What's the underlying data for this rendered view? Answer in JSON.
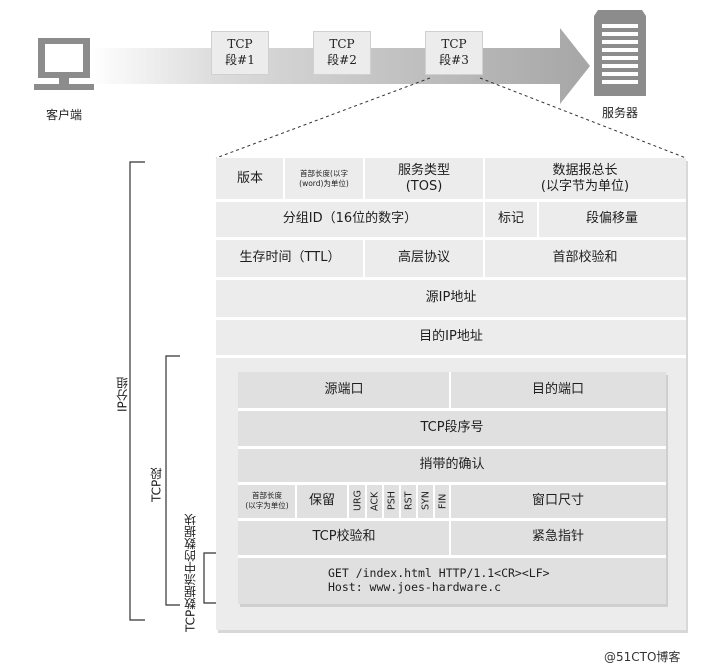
{
  "top": {
    "client_label": "客户端",
    "server_label": "服务器",
    "segments": [
      {
        "line1": "TCP",
        "line2": "段#1"
      },
      {
        "line1": "TCP",
        "line2": "段#2"
      },
      {
        "line1": "TCP",
        "line2": "段#3"
      }
    ]
  },
  "ip_header": {
    "version": "版本",
    "ihl_line1": "首部长度(以字",
    "ihl_line2": "(word)为单位)",
    "tos_line1": "服务类型",
    "tos_line2": "(TOS)",
    "total_len_line1": "数据报总长",
    "total_len_line2": "(以字节为单位)",
    "packet_id": "分组ID（16位的数字）",
    "flags": "标记",
    "frag_offset": "段偏移量",
    "ttl": "生存时间（TTL）",
    "protocol": "高层协议",
    "header_checksum": "首部校验和",
    "source_ip": "源IP地址",
    "dest_ip": "目的IP地址"
  },
  "tcp_header": {
    "src_port": "源端口",
    "dst_port": "目的端口",
    "seq": "TCP段序号",
    "ack": "捎带的确认",
    "hlen_line1": "首部长度",
    "hlen_line2": "(以字为单位)",
    "reserved": "保留",
    "flags": [
      "URG",
      "ACK",
      "PSH",
      "RST",
      "SYN",
      "FIN"
    ],
    "window": "窗口尺寸",
    "checksum": "TCP校验和",
    "urgent": "紧急指针"
  },
  "payload": {
    "line1": "GET /index.html HTTP/1.1<CR><LF>",
    "line2": "Host: www.joes-hardware.c"
  },
  "side_labels": {
    "ip_packet": "IP分组",
    "tcp_segment": "TCP段",
    "tcp_data": "TCP数据流中的数据块"
  },
  "watermark": "@51CTO博客",
  "colors": {
    "ip_bg": "#ececec",
    "tcp_bg": "#e0e0e0",
    "icon_gray": "#8c8c8c",
    "arrow_gray": "#b4b4b4"
  }
}
